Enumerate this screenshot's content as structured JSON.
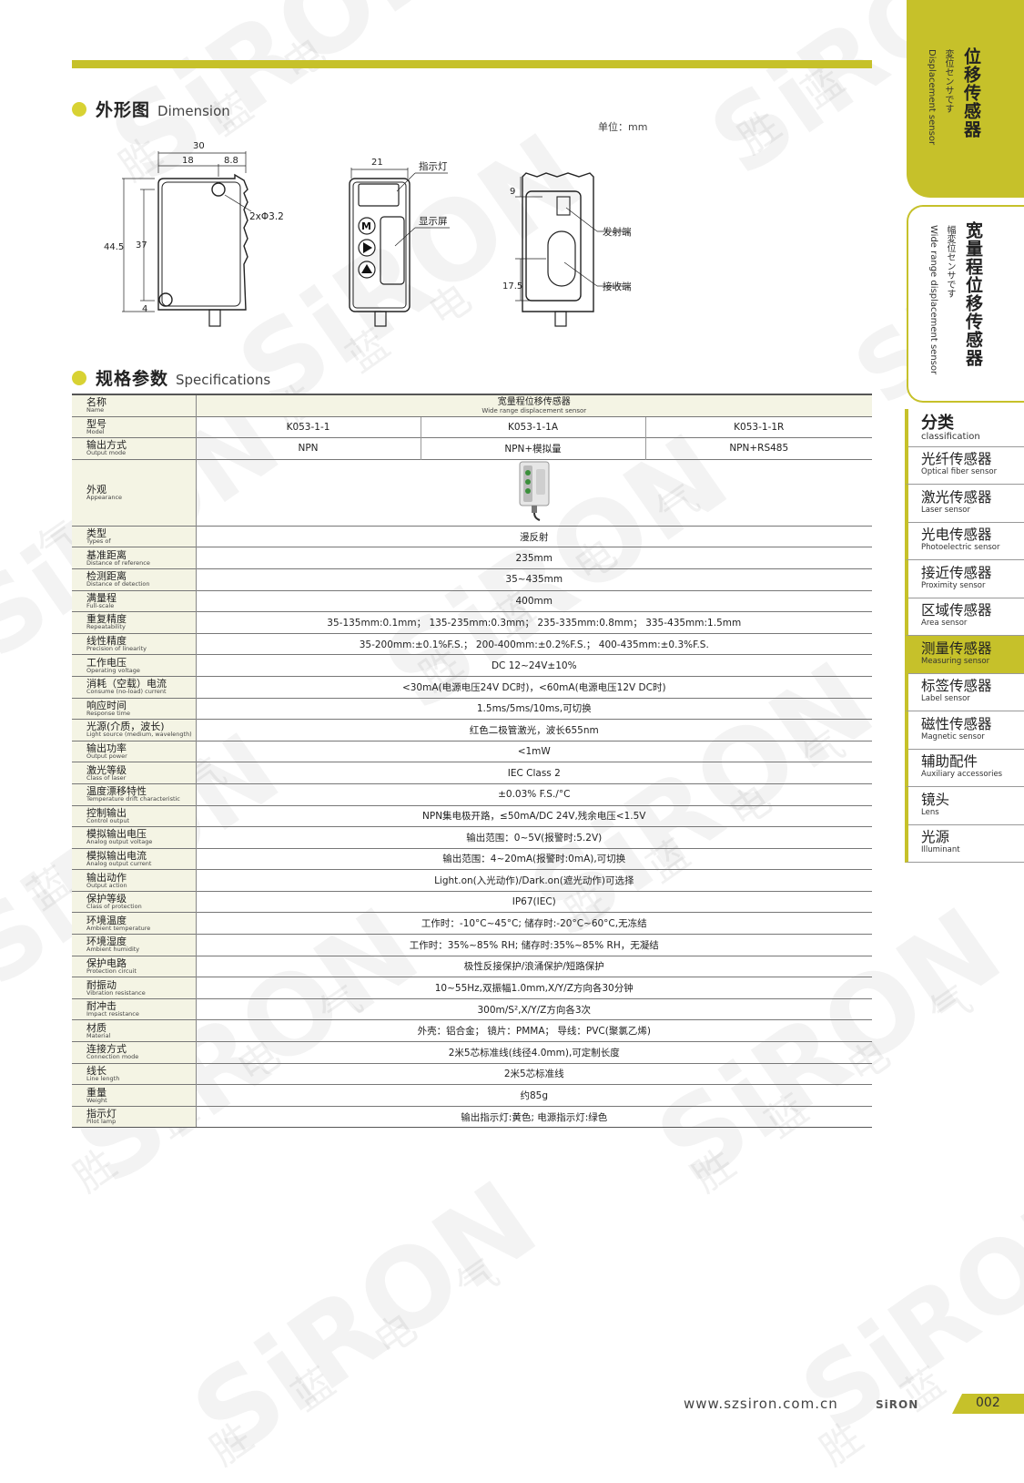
{
  "sections": {
    "dimension": {
      "cn": "外形图",
      "en": "Dimension"
    },
    "specs": {
      "cn": "规格参数",
      "en": "Specifications"
    }
  },
  "unit": "单位：mm",
  "drawing": {
    "dims": [
      "30",
      "18",
      "8.8",
      "2xΦ3.2",
      "44.5",
      "37",
      "4",
      "21",
      "9",
      "17.5"
    ],
    "callouts": [
      "指示灯",
      "显示屏",
      "发射端",
      "接收端"
    ]
  },
  "watermark": {
    "brand": "SiRON",
    "chars": [
      "胜",
      "蓝",
      "电",
      "气"
    ]
  },
  "table": {
    "header": {
      "label_cn": "名称",
      "label_en": "Name",
      "value_cn": "宽量程位移传感器",
      "value_en": "Wide range displacement sensor"
    },
    "model": {
      "label_cn": "型号",
      "label_en": "Model",
      "values": [
        "K053-1-1",
        "K053-1-1A",
        "K053-1-1R"
      ]
    },
    "output_mode": {
      "label_cn": "输出方式",
      "label_en": "Output mode",
      "values": [
        "NPN",
        "NPN+模拟量",
        "NPN+RS485"
      ]
    },
    "appearance": {
      "label_cn": "外观",
      "label_en": "Appearance"
    },
    "rows": [
      {
        "cn": "类型",
        "en": "Types of",
        "value": "漫反射"
      },
      {
        "cn": "基准距离",
        "en": "Distance of reference",
        "value": "235mm"
      },
      {
        "cn": "检测距离",
        "en": "Distance of detection",
        "value": "35~435mm"
      },
      {
        "cn": "满量程",
        "en": "Full-scale",
        "value": "400mm"
      },
      {
        "cn": "重复精度",
        "en": "Repeatability",
        "value": "35-135mm:0.1mm；  135-235mm:0.3mm；  235-335mm:0.8mm；  335-435mm:1.5mm"
      },
      {
        "cn": "线性精度",
        "en": "Precision of linearity",
        "value": "35-200mm:±0.1%F.S.；  200-400mm:±0.2%F.S.；  400-435mm:±0.3%F.S."
      },
      {
        "cn": "工作电压",
        "en": "Operating voltage",
        "value": "DC 12~24V±10%"
      },
      {
        "cn": "消耗（空载）电流",
        "en": "Consume (no-load) current",
        "value": "<30mA(电源电压24V DC时)，<60mA(电源电压12V DC时)"
      },
      {
        "cn": "响应时间",
        "en": "Response time",
        "value": "1.5ms/5ms/10ms,可切换"
      },
      {
        "cn": "光源(介质，波长)",
        "en": "Light source (medium, wavelength)",
        "value": "红色二极管激光，波长655nm"
      },
      {
        "cn": "输出功率",
        "en": "Output power",
        "value": "<1mW"
      },
      {
        "cn": "激光等级",
        "en": "Class of laser",
        "value": "IEC Class 2"
      },
      {
        "cn": "温度漂移特性",
        "en": "Temperature drift characteristic",
        "value": "±0.03% F.S./°C"
      },
      {
        "cn": "控制输出",
        "en": "Control output",
        "value": "NPN集电极开路，≤50mA/DC 24V,残余电压<1.5V"
      },
      {
        "cn": "模拟输出电压",
        "en": "Analog output voltage",
        "value": "输出范围：0~5V(报警时:5.2V)"
      },
      {
        "cn": "模拟输出电流",
        "en": "Analog output current",
        "value": "输出范围：4~20mA(报警时:0mA),可切换"
      },
      {
        "cn": "输出动作",
        "en": "Output action",
        "value": "Light.on(入光动作)/Dark.on(遮光动作)可选择"
      },
      {
        "cn": "保护等级",
        "en": "Class of protection",
        "value": "IP67(IEC)"
      },
      {
        "cn": "环境温度",
        "en": "Ambient temperature",
        "value": "工作时：-10°C~45°C; 储存时:-20°C~60°C,无冻结"
      },
      {
        "cn": "环境湿度",
        "en": "Ambient humidity",
        "value": "工作时：35%~85% RH; 储存时:35%~85% RH，无凝结"
      },
      {
        "cn": "保护电路",
        "en": "Protection circuit",
        "value": "极性反接保护/浪涌保护/短路保护"
      },
      {
        "cn": "耐振动",
        "en": "Vibration resistance",
        "value": "10~55Hz,双振幅1.0mm,X/Y/Z方向各30分钟"
      },
      {
        "cn": "耐冲击",
        "en": "Impact resistance",
        "value": "300m/S²,X/Y/Z方向各3次"
      },
      {
        "cn": "材质",
        "en": "Material",
        "value": "外壳：铝合金；  镜片：PMMA；  导线：PVC(聚氯乙烯)"
      },
      {
        "cn": "连接方式",
        "en": "Connection mode",
        "value": "2米5芯标准线(线径4.0mm),可定制长度"
      },
      {
        "cn": "线长",
        "en": "Line length",
        "value": "2米5芯标准线"
      },
      {
        "cn": "重量",
        "en": "Weight",
        "value": "约85g"
      },
      {
        "cn": "指示灯",
        "en": "Pilot lamp",
        "value": "输出指示灯:黄色; 电源指示灯:绿色"
      }
    ]
  },
  "sidebar": {
    "tab1": {
      "cn": "位移传感器",
      "jp": "変位センサです",
      "en": "Displacement sensor"
    },
    "tab2": {
      "cn": "宽量程位移传感器",
      "jp": "幅変位センサです",
      "en": "Wide range displacement sensor"
    },
    "classification": {
      "cn": "分类",
      "en": "classification"
    },
    "items": [
      {
        "cn": "光纤传感器",
        "en": "Optical fiber sensor",
        "active": false
      },
      {
        "cn": "激光传感器",
        "en": "Laser sensor",
        "active": false
      },
      {
        "cn": "光电传感器",
        "en": "Photoelectric sensor",
        "active": false
      },
      {
        "cn": "接近传感器",
        "en": "Proximity sensor",
        "active": false
      },
      {
        "cn": "区域传感器",
        "en": "Area sensor",
        "active": false
      },
      {
        "cn": "测量传感器",
        "en": "Measuring sensor",
        "active": true
      },
      {
        "cn": "标签传感器",
        "en": "Label sensor",
        "active": false
      },
      {
        "cn": "磁性传感器",
        "en": "Magnetic sensor",
        "active": false
      },
      {
        "cn": "辅助配件",
        "en": "Auxiliary accessories",
        "active": false
      },
      {
        "cn": "镜头",
        "en": "Lens",
        "active": false
      },
      {
        "cn": "光源",
        "en": "Illuminant",
        "active": false
      }
    ]
  },
  "footer": {
    "url": "www.szsiron.com.cn",
    "brand": "SiRON",
    "page": "002"
  },
  "colors": {
    "accent": "#c6c12a",
    "label_bg": "#f4f4e4"
  }
}
